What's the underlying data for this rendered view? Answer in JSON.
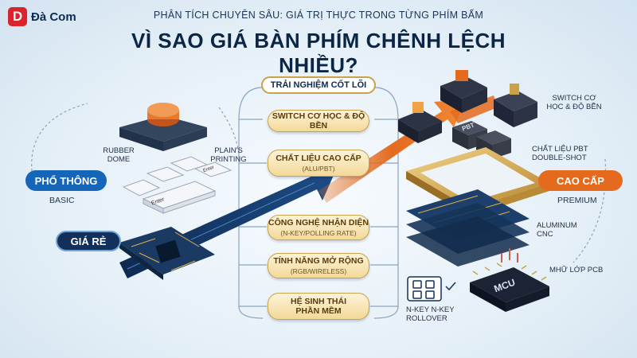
{
  "brand": {
    "logo_letter": "D",
    "logo_name": "Đà Com",
    "color": "#d9232d"
  },
  "header": {
    "subtitle": "PHÂN TÍCH CHUYÊN SÂU: GIÁ TRỊ THỰC TRONG TỪNG PHÍM BẤM",
    "title": "VÌ SAO GIÁ BÀN PHÍM CHÊNH LỆCH NHIỀU?"
  },
  "core": {
    "heading": "TRẢI NGHIỆM CỐT LÕI",
    "items": [
      {
        "label": "SWITCH CƠ HỌC & ĐỘ BỀN",
        "sub": ""
      },
      {
        "label": "CHẤT LIỆU CAO CẤP",
        "sub": "(ALU/PBT)"
      },
      {
        "label": "CÔNG NGHỆ NHẬN DIỆN",
        "sub": "(N-KEY/POLLING RATE)"
      },
      {
        "label": "TÍNH NĂNG MỞ RỘNG",
        "sub": "(RGB/WIRELESS)"
      },
      {
        "label": "HỆ SINH THÁI PHẦN MỀM",
        "sub": ""
      }
    ]
  },
  "left": {
    "tier_label": "PHỔ THÔNG",
    "tier_sub": "BASIC",
    "price_label": "GIÁ RẺ",
    "rubber_dome": "RUBBER DOME",
    "plain_printing": "PLAIN'S PRINTING",
    "keycap_left": "Enter",
    "keycap_right": "Enter"
  },
  "right": {
    "tier_label": "CAO CẤP",
    "tier_sub": "PREMIUM",
    "switch_label": "SWITCH CƠ HỌC & ĐỘ BỀN",
    "pbt_label": "CHẤT LIỆU PBT DOUBLE-SHOT",
    "pbt_key": "PBT",
    "aluminum_label": "ALUMINUM CNC",
    "pcb_label": "MHỮ LỚP PCB",
    "nkey_label": "N-KEY N-KEY ROLLOVER",
    "mcu_label": "MCU"
  },
  "colors": {
    "primary": "#1565b8",
    "navy": "#12305a",
    "accent": "#e46a1e",
    "gold": "#c9a24a"
  }
}
